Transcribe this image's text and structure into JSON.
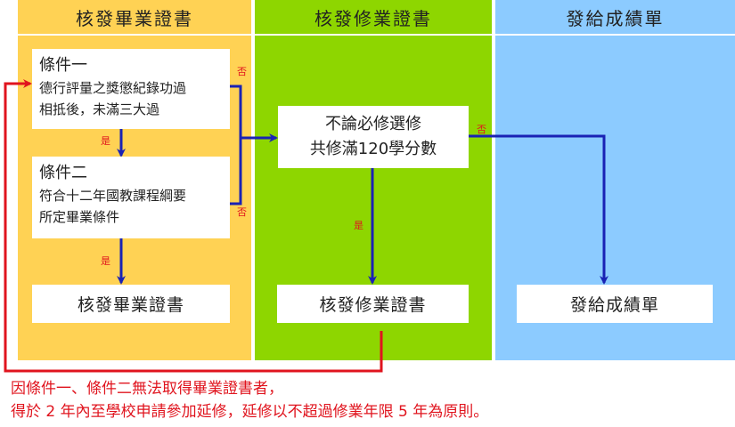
{
  "columns": {
    "graduation": "核發畢業證書",
    "completion": "核發修業證書",
    "transcript": "發給成績單"
  },
  "condition1": {
    "title": "條件一",
    "lines": [
      "德行評量之獎懲紀錄功過",
      "相抵後，未滿三大過"
    ]
  },
  "condition2": {
    "title": "條件二",
    "lines": [
      "符合十二年國教課程綱要",
      "所定畢業條件"
    ]
  },
  "credit_rule": {
    "lines": [
      "不論必修選修",
      "共修滿120學分數"
    ]
  },
  "results": {
    "graduation": "核發畢業證書",
    "completion": "核發修業證書",
    "transcript": "發給成績單"
  },
  "labels": {
    "yes": "是",
    "no": "否"
  },
  "note": {
    "lines": [
      "因條件一、條件二無法取得畢業證書者，",
      "得於 2 年內至學校申請參加延修，延修以不超過修業年限 5 年為原則。"
    ]
  },
  "colors": {
    "graduation_bg": "#ffd254",
    "completion_bg": "#8ed600",
    "transcript_bg": "#8ccbff",
    "flow_arrow": "#1a22b4",
    "loop_arrow": "#e0141e"
  }
}
